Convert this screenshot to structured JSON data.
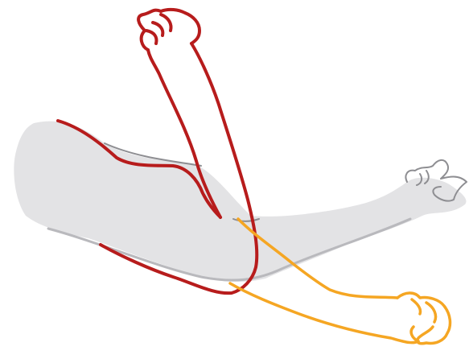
{
  "colors": {
    "background": "#ffffff",
    "base_arm_fill": "#e3e3e5",
    "base_arm_outline": "#8e8e92",
    "base_arm_shadow": "#b9b9bd",
    "raised_arm_outline": "#b71c1c",
    "lowered_arm_outline": "#f5a623"
  },
  "positions": [
    {
      "id": "base",
      "description_visible": false,
      "color_key": "base_arm_fill"
    },
    {
      "id": "raised",
      "description_visible": false,
      "color_key": "raised_arm_outline"
    },
    {
      "id": "lowered",
      "description_visible": false,
      "color_key": "lowered_arm_outline"
    }
  ]
}
